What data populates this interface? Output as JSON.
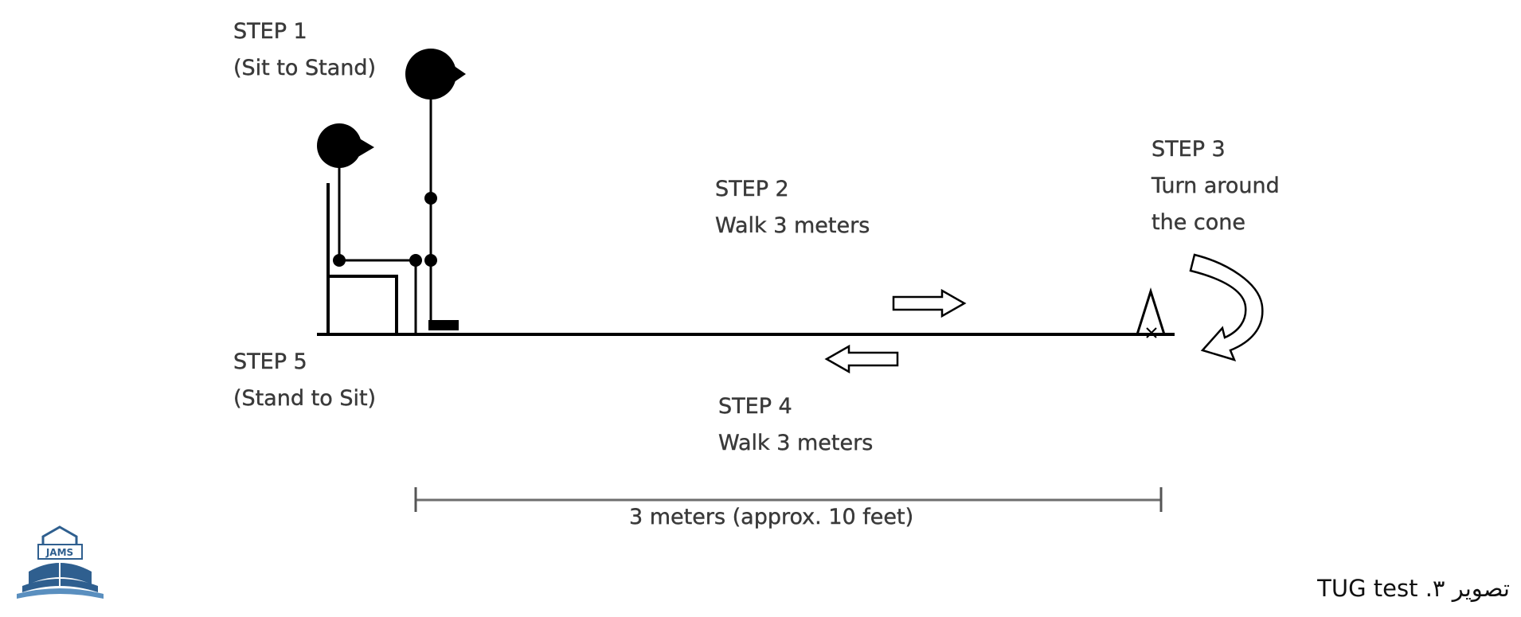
{
  "steps": {
    "step1": {
      "title": "STEP 1",
      "desc": "(Sit to Stand)"
    },
    "step2": {
      "title": "STEP 2",
      "desc": "Walk 3 meters"
    },
    "step3": {
      "title": "STEP 3",
      "desc_line1": "Turn around",
      "desc_line2": "the cone"
    },
    "step4": {
      "title": "STEP 4",
      "desc": "Walk 3 meters"
    },
    "step5": {
      "title": "STEP 5",
      "desc": "(Stand to Sit)"
    }
  },
  "distance_label": "3 meters (approx. 10 feet)",
  "caption": "تصویر ۳. TUG test",
  "logo_text": "JAMS",
  "colors": {
    "ink": "#000000",
    "text": "#3a3a3a",
    "scale_bar": "#6e6e6e",
    "logo_blue": "#2f5f8f"
  }
}
